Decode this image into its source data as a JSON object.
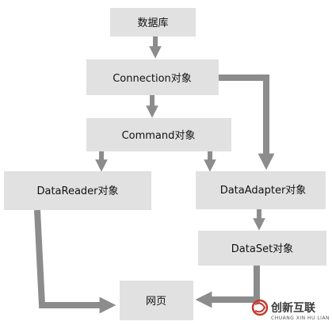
{
  "diagram": {
    "nodes": {
      "database": "数据库",
      "connection": "Connection对象",
      "command": "Command对象",
      "datareader": "DataReader对象",
      "dataadapter": "DataAdapter对象",
      "dataset": "DataSet对象",
      "webpage": "网页"
    },
    "colors": {
      "box_fill": "#e1e1e1",
      "arrow": "#8c8c8c",
      "text": "#111111"
    }
  },
  "watermark": {
    "brand": "创新互联",
    "sub": "CHUANG XIN HU LIAN"
  }
}
